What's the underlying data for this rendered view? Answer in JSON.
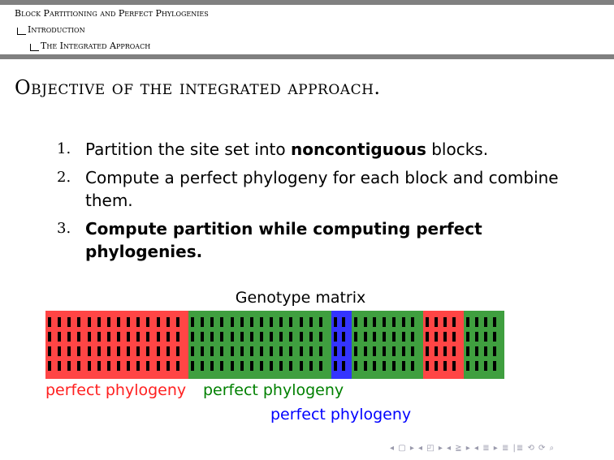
{
  "header": {
    "section": "Block Partitioning and Perfect Phylogenies",
    "subsection": "Introduction",
    "subsubsection": "The Integrated Approach"
  },
  "slide": {
    "title": "Objective of the integrated approach.",
    "items": [
      {
        "number": "1.",
        "before": "Partition the site set into ",
        "bold": "noncontiguous",
        "after": " blocks."
      },
      {
        "number": "2.",
        "before": "Compute a perfect phylogeny for each block and combine them.",
        "bold": "",
        "after": ""
      },
      {
        "number": "3.",
        "before": "",
        "bold": "Compute partition while computing perfect phylogenies.",
        "after": ""
      }
    ]
  },
  "figure": {
    "label": "Genotype matrix",
    "colors": {
      "red": "#ff4545",
      "green": "#3f9f3f",
      "blue": "#3434ff"
    },
    "segments": [
      {
        "color": "red",
        "columns": 14
      },
      {
        "color": "green",
        "columns": 14
      },
      {
        "color": "blue",
        "columns": 2
      },
      {
        "color": "green",
        "columns": 7
      },
      {
        "color": "red",
        "columns": 4
      },
      {
        "color": "green",
        "columns": 4
      }
    ],
    "rows": 4,
    "annotations": {
      "red": "perfect phylogeny",
      "green": "perfect phylogeny",
      "blue": "perfect phylogeny"
    }
  },
  "navigation": {
    "symbols": "◂ ▢ ▸ ◂ ◰ ▸ ◂ ≧ ▸ ◂ ≣ ▸ ≣ |≣ ⟲ ⟳ ⌕"
  }
}
